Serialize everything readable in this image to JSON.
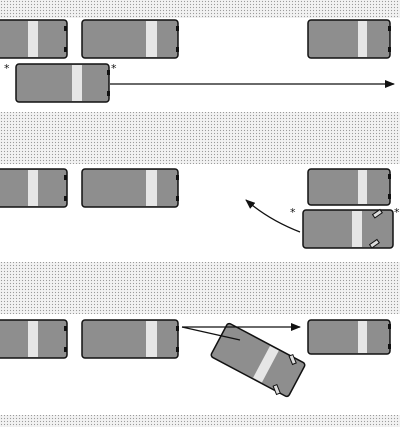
{
  "figure": {
    "description_labels": [],
    "panels": [
      {
        "id": "top",
        "markers": [
          "*",
          "*"
        ]
      },
      {
        "id": "middle",
        "markers": [
          "*",
          "*"
        ]
      },
      {
        "id": "bottom",
        "markers": []
      }
    ]
  },
  "colors": {
    "car_fill": "#8e8e8e",
    "car_stroke": "#111111",
    "stripe": "#e6e6e6",
    "sidewalk_dot": "#999999",
    "sidewalk_base": "#f2f2f2",
    "road": "#ffffff",
    "arrow": "#111111"
  }
}
